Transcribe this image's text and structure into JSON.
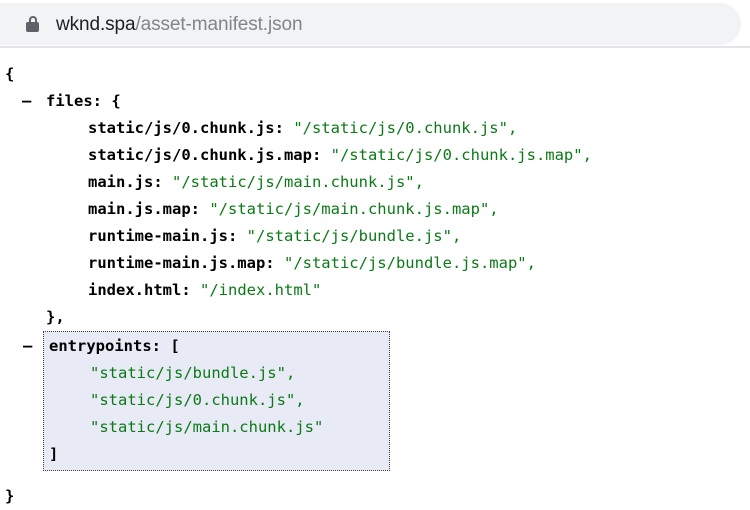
{
  "browser": {
    "lock_icon": "lock-icon",
    "url_host": "wknd.spa",
    "url_path": "/asset-manifest.json"
  },
  "json_document": {
    "open_brace": "{",
    "close_brace": "}",
    "collapse_marker": "–",
    "files_node": {
      "key": "files:",
      "open": "{",
      "close": "},",
      "entries": [
        {
          "key": "static/js/0.chunk.js:",
          "value": "\"/static/js/0.chunk.js\","
        },
        {
          "key": "static/js/0.chunk.js.map:",
          "value": "\"/static/js/0.chunk.js.map\","
        },
        {
          "key": "main.js:",
          "value": "\"/static/js/main.chunk.js\","
        },
        {
          "key": "main.js.map:",
          "value": "\"/static/js/main.chunk.js.map\","
        },
        {
          "key": "runtime-main.js:",
          "value": "\"/static/js/bundle.js\","
        },
        {
          "key": "runtime-main.js.map:",
          "value": "\"/static/js/bundle.js.map\","
        },
        {
          "key": "index.html:",
          "value": "\"/index.html\""
        }
      ]
    },
    "entrypoints_node": {
      "key": "entrypoints:",
      "open": "[",
      "close": "]",
      "selected": true,
      "items": [
        "\"static/js/bundle.js\",",
        "\"static/js/0.chunk.js\",",
        "\"static/js/main.chunk.js\""
      ]
    }
  },
  "colors": {
    "string_green": "#0b7a16",
    "key_black": "#000000",
    "omnibox_bg": "#f1f3f4",
    "url_host": "#202124",
    "url_path": "#80868b",
    "selection_bg": "#e8eaf6",
    "selection_border": "#404040"
  }
}
